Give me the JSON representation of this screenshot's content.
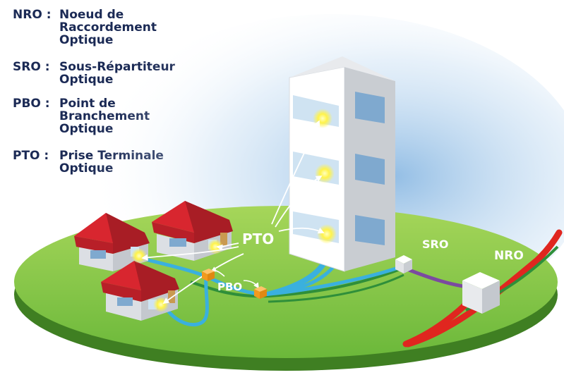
{
  "legend": [
    {
      "abbr": "NRO :",
      "lines": [
        "Noeud de",
        "Raccordement",
        "Optique"
      ]
    },
    {
      "abbr": "SRO :",
      "lines": [
        "Sous-Répartiteur",
        "Optique"
      ]
    },
    {
      "abbr": "PBO :",
      "lines": [
        "Point de",
        "Branchement",
        "Optique"
      ]
    },
    {
      "abbr": "PTO :",
      "lines": [
        "Prise Terminale",
        "Optique"
      ]
    }
  ],
  "labels": {
    "pto": "PTO",
    "pbo": "PBO",
    "sro": "SRO",
    "nro": "NRO"
  },
  "colors": {
    "ground": "#7cc242",
    "ground_edge": "#4a8f2a",
    "fiber_blue": "#3ab0de",
    "fiber_green": "#2f8f3a",
    "fiber_purple": "#7b4aa0",
    "fiber_red": "#e0261f",
    "roof": "#d8262f",
    "text_dark": "#1b2a55"
  },
  "icons": [
    "building-icon",
    "house-icon",
    "pbo-box-icon",
    "sro-cabinet-icon",
    "nro-cabinet-icon",
    "pto-light-icon"
  ]
}
